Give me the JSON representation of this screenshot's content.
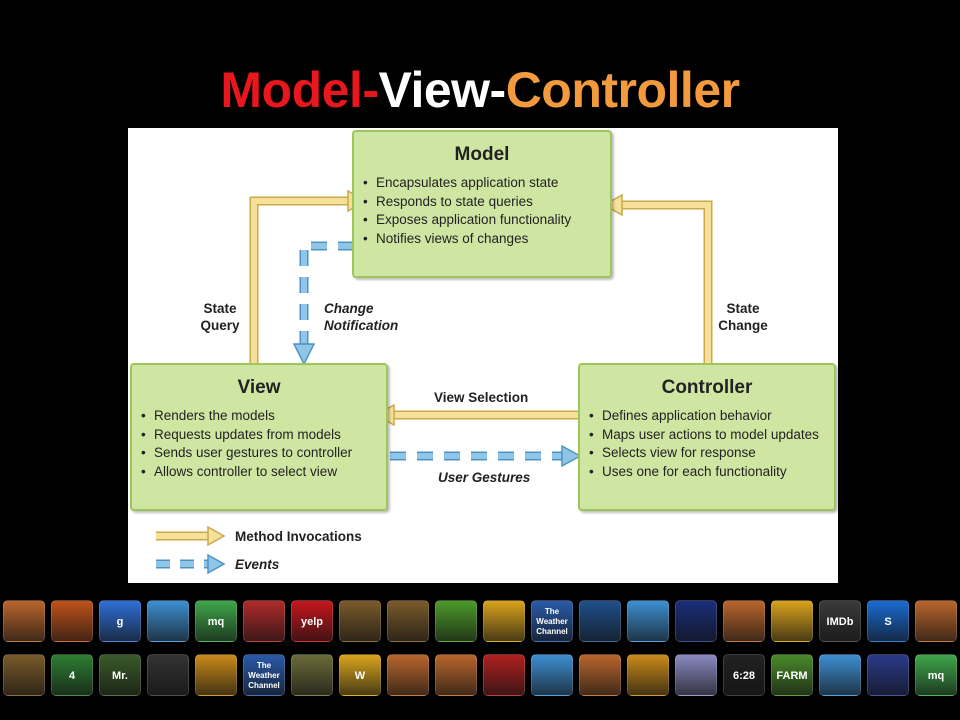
{
  "title": {
    "part1": "Model-",
    "part2": "View-",
    "part3": "Controller"
  },
  "colors": {
    "title_model": "#e8161d",
    "title_view": "#ffffff",
    "title_controller": "#f29a3d",
    "box_fill": "#cfe6a3",
    "box_border": "#9dc65a",
    "method_arrow": "#f7e19a",
    "event_arrow": "#8fc6e8"
  },
  "model": {
    "title": "Model",
    "items": [
      "Encapsulates application state",
      "Responds to state queries",
      "Exposes application functionality",
      "Notifies views of changes"
    ]
  },
  "view": {
    "title": "View",
    "items": [
      "Renders the models",
      "Requests updates from models",
      "Sends user gestures to controller",
      "Allows controller to select view"
    ]
  },
  "controller": {
    "title": "Controller",
    "items": [
      "Defines application behavior",
      "Maps user actions to model updates",
      "Selects view for response",
      "Uses one for each functionality"
    ]
  },
  "labels": {
    "state_query_1": "State",
    "state_query_2": "Query",
    "change_notification_1": "Change",
    "change_notification_2": "Notification",
    "state_change_1": "State",
    "state_change_2": "Change",
    "view_selection": "View Selection",
    "user_gestures": "User Gestures"
  },
  "legend": {
    "method": "Method Invocations",
    "events": "Events"
  },
  "app_strip": {
    "row1": [
      {
        "icon": "pot-icon",
        "text": ""
      },
      {
        "icon": "basketball-icon",
        "text": ""
      },
      {
        "icon": "google-icon",
        "text": "g"
      },
      {
        "icon": "messenger-icon",
        "text": ""
      },
      {
        "icon": "mq-icon",
        "text": "mq"
      },
      {
        "icon": "dots-icon",
        "text": ""
      },
      {
        "icon": "yelp-icon",
        "text": "yelp"
      },
      {
        "icon": "game-icon",
        "text": ""
      },
      {
        "icon": "game-icon",
        "text": ""
      },
      {
        "icon": "face-icon",
        "text": ""
      },
      {
        "icon": "suzies-icon",
        "text": ""
      },
      {
        "icon": "weather-icon",
        "text": "The Weather Channel"
      },
      {
        "icon": "earth-icon",
        "text": ""
      },
      {
        "icon": "messenger-icon",
        "text": ""
      },
      {
        "icon": "globe-icon",
        "text": ""
      },
      {
        "icon": "pot-icon",
        "text": ""
      },
      {
        "icon": "suzies-icon",
        "text": ""
      },
      {
        "icon": "imdb-icon",
        "text": "IMDb"
      },
      {
        "icon": "shazam-icon",
        "text": "S"
      },
      {
        "icon": "pot-icon",
        "text": ""
      }
    ],
    "row2": [
      {
        "icon": "game-icon",
        "text": ""
      },
      {
        "icon": "four-icon",
        "text": "4"
      },
      {
        "icon": "mr-icon",
        "text": "Mr."
      },
      {
        "icon": "person-icon",
        "text": ""
      },
      {
        "icon": "speed-icon",
        "text": ""
      },
      {
        "icon": "weather-icon",
        "text": "The Weather Channel"
      },
      {
        "icon": "tank-icon",
        "text": ""
      },
      {
        "icon": "words-icon",
        "text": "W"
      },
      {
        "icon": "pot-icon",
        "text": ""
      },
      {
        "icon": "pot-icon",
        "text": ""
      },
      {
        "icon": "mask-icon",
        "text": ""
      },
      {
        "icon": "messenger-icon",
        "text": ""
      },
      {
        "icon": "pot-icon",
        "text": ""
      },
      {
        "icon": "speed-icon",
        "text": ""
      },
      {
        "icon": "bottle-icon",
        "text": ""
      },
      {
        "icon": "clock-icon",
        "text": "6:28"
      },
      {
        "icon": "farm-icon",
        "text": "FARM"
      },
      {
        "icon": "messenger-icon",
        "text": ""
      },
      {
        "icon": "tap-icon",
        "text": ""
      },
      {
        "icon": "mq-icon",
        "text": "mq"
      }
    ]
  }
}
